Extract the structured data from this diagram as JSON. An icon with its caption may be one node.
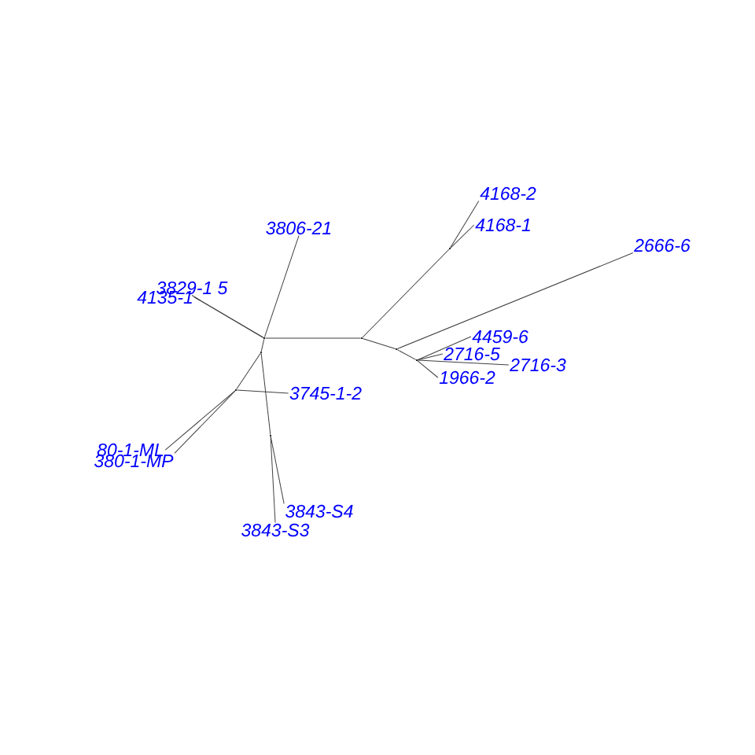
{
  "diagram": {
    "nodes": [
      {
        "text": [],
        "shape": "point"
      },
      {
        "text": [
          "3806-21"
        ]
      },
      {
        "text": [
          "3829-1 5"
        ]
      },
      {
        "text": [
          "4135-1"
        ]
      },
      {
        "text": [],
        "shape": "point"
      },
      {
        "text": [],
        "shape": "point"
      },
      {
        "text": [
          "3745-1-2"
        ]
      },
      {
        "text": [
          "80-1-ML"
        ]
      },
      {
        "text": [
          "380-1-MP"
        ]
      },
      {
        "text": [],
        "shape": "point"
      },
      {
        "text": [
          "3843-S4"
        ]
      },
      {
        "text": [
          "3843-S3"
        ]
      },
      {
        "text": [],
        "shape": "point"
      },
      {
        "text": [],
        "shape": "point"
      },
      {
        "text": [
          "4168-2"
        ]
      },
      {
        "text": [
          "4168-1"
        ]
      },
      {
        "text": [],
        "shape": "point"
      },
      {
        "text": [
          "2666-6"
        ]
      },
      {
        "text": [],
        "shape": "point"
      },
      {
        "text": [
          "4459-6"
        ]
      },
      {
        "text": [
          "2716-5"
        ]
      },
      {
        "text": [
          "1966-2"
        ]
      },
      {
        "text": [
          "2716-3"
        ]
      }
    ],
    "edges": [
      {
        "from": 0,
        "to": 1,
        "arrow": "none"
      },
      {
        "from": 0,
        "to": 2,
        "arrow": "none"
      },
      {
        "from": 0,
        "to": 3,
        "arrow": "none"
      },
      {
        "from": 0,
        "to": 4,
        "arrow": "none"
      },
      {
        "from": 4,
        "to": 5,
        "arrow": "none"
      },
      {
        "from": 5,
        "to": 6,
        "arrow": "none"
      },
      {
        "from": 5,
        "to": 7,
        "arrow": "none"
      },
      {
        "from": 5,
        "to": 8,
        "arrow": "none"
      },
      {
        "from": 4,
        "to": 9,
        "arrow": "none"
      },
      {
        "from": 9,
        "to": 10,
        "arrow": "none"
      },
      {
        "from": 9,
        "to": 11,
        "arrow": "none"
      },
      {
        "from": 0,
        "to": 12,
        "arrow": "none"
      },
      {
        "from": 12,
        "to": 13,
        "arrow": "none"
      },
      {
        "from": 13,
        "to": 14,
        "arrow": "none"
      },
      {
        "from": 13,
        "to": 15,
        "arrow": "none"
      },
      {
        "from": 12,
        "to": 16,
        "arrow": "none"
      },
      {
        "from": 16,
        "to": 17,
        "arrow": "none"
      },
      {
        "from": 16,
        "to": 18,
        "arrow": "none"
      },
      {
        "from": 18,
        "to": 19,
        "arrow": "none"
      },
      {
        "from": 18,
        "to": 20,
        "arrow": "none"
      },
      {
        "from": 18,
        "to": 21,
        "arrow": "none"
      },
      {
        "from": 18,
        "to": 22,
        "arrow": "none"
      }
    ]
  }
}
